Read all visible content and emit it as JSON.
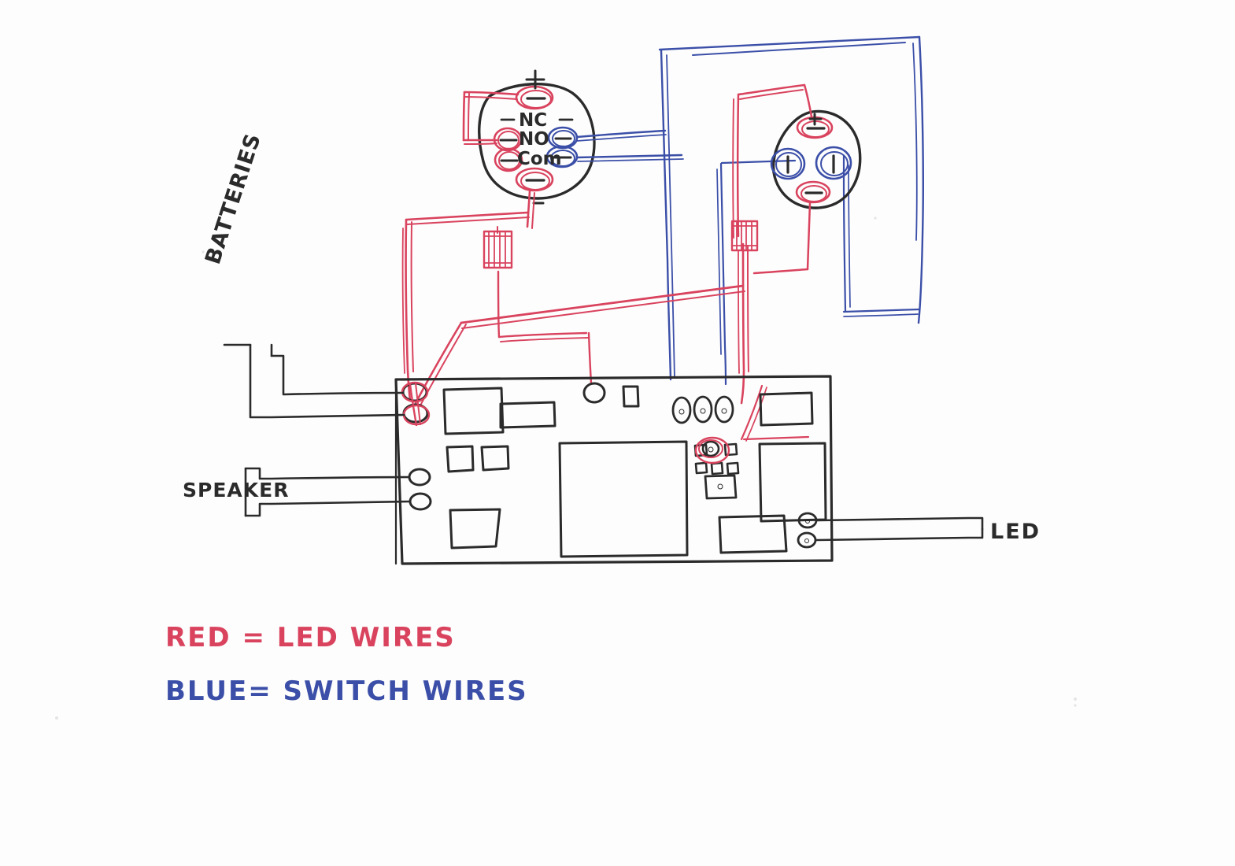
{
  "document": {
    "type": "hand-drawn wiring diagram",
    "medium": "scanned pen sketch on white paper",
    "paper_color": "#fdfdfd"
  },
  "colors": {
    "ink_black": "#2b2b2b",
    "ink_red": "#d9435e",
    "ink_blue": "#3b4fa8"
  },
  "legend": {
    "red_entry": "RED = LED WIRES",
    "blue_entry": "BLUE= SWITCH WIRES"
  },
  "labels": {
    "batteries": "BATTERIES",
    "speaker": "SPEAKER",
    "led": "LED"
  },
  "left_switch": {
    "name": "left push button switch",
    "terminal_labels": [
      "NC",
      "NO",
      "Com"
    ],
    "plus_mark": "+",
    "minus_mark": "-",
    "dash_left": "-",
    "dash_right": "-",
    "terminals": [
      {
        "id": "top",
        "marker": "-",
        "color": "#d9435e",
        "position": "top"
      },
      {
        "id": "nc",
        "marker": "-",
        "color": "#d9435e",
        "position": "left-upper"
      },
      {
        "id": "com-left",
        "marker": "-",
        "color": "#d9435e",
        "position": "left-lower"
      },
      {
        "id": "no-blue",
        "marker": "-",
        "color": "#3b4fa8",
        "position": "right-upper"
      },
      {
        "id": "com-blue",
        "marker": "-",
        "color": "#3b4fa8",
        "position": "right-lower"
      },
      {
        "id": "bottom",
        "marker": "-",
        "color": "#d9435e",
        "position": "bottom"
      }
    ]
  },
  "right_switch": {
    "name": "right push button switch",
    "plus_mark": "+",
    "minus_mark": "-",
    "terminals": [
      {
        "id": "top",
        "marker": "-",
        "color": "#d9435e",
        "position": "top"
      },
      {
        "id": "left",
        "marker": "|",
        "color": "#3b4fa8",
        "position": "left"
      },
      {
        "id": "right",
        "marker": "|",
        "color": "#3b4fa8",
        "position": "right"
      },
      {
        "id": "bottom",
        "marker": "-",
        "color": "#d9435e",
        "position": "bottom"
      }
    ]
  },
  "board": {
    "name": "sound module circuit board",
    "pads": {
      "battery_pads": 2,
      "speaker_pads": 2,
      "led_pads": 2,
      "switch_pin_pads": 3
    }
  },
  "components": {
    "red_connectors": 2
  }
}
